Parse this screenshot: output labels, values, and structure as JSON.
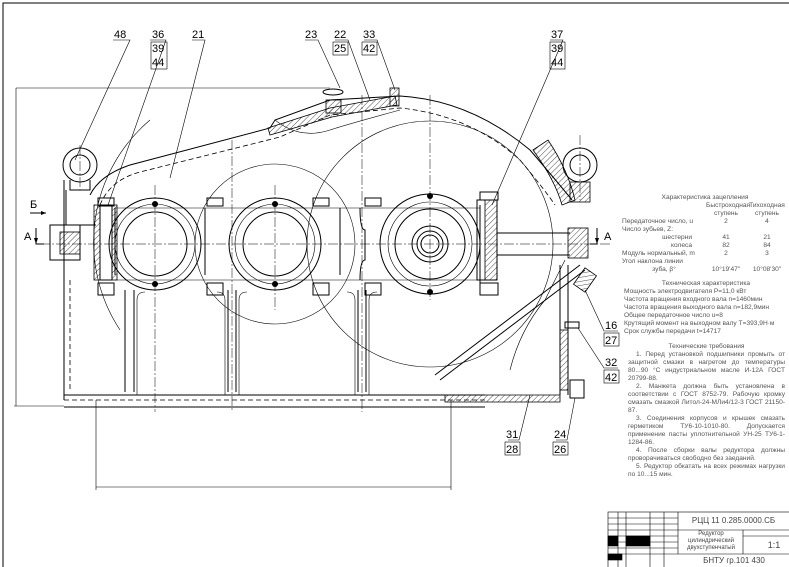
{
  "drawing": {
    "callouts": {
      "c48": "48",
      "c36": "36",
      "c39a": "39",
      "c44a": "44",
      "c21": "21",
      "c23": "23",
      "c22": "22",
      "c25": "25",
      "c33": "33",
      "c42a": "42",
      "c37": "37",
      "c39b": "39",
      "c44b": "44",
      "c16": "16",
      "c27": "27",
      "c32": "32",
      "c42b": "42",
      "c31": "31",
      "c28": "28",
      "c24": "24",
      "c26": "26"
    },
    "section_marks": {
      "a_left": "А",
      "a_right": "А",
      "b_left": "Б"
    }
  },
  "gearing": {
    "title": "Характеристика зацепления",
    "col1": "Быстроходная ступень",
    "col2": "Тихоходная ступень",
    "rows": [
      {
        "label": "Передаточное число, u",
        "v1": "2",
        "v2": "4"
      },
      {
        "label": "Число зубьев, Z:",
        "v1": "",
        "v2": ""
      },
      {
        "label": "шестерни",
        "v1": "41",
        "v2": "21"
      },
      {
        "label": "колеса",
        "v1": "82",
        "v2": "84"
      },
      {
        "label": "Модуль нормальный, m",
        "v1": "2",
        "v2": "3"
      },
      {
        "label": "Угол наклона линии",
        "v1": "",
        "v2": ""
      },
      {
        "label": "зуба, β°",
        "v1": "10°19'47\"",
        "v2": "10°08'30\""
      }
    ]
  },
  "specs": {
    "title": "Техническая характеристика",
    "lines": [
      "Мощность электродвигателя   P=11,0 кВт",
      "Частота вращения входного вала n=1460мин",
      "Частота вращения выходного вала n=182,9мин",
      "Общее передаточное число     u=8",
      "Крутящий момент на выходном валу T=393,9Н·м",
      "Срок службы передачи    t=14717"
    ]
  },
  "requirements": {
    "title": "Технические требования",
    "items": [
      "1. Перед установкой подшипники промыть от защитной смазки в нагретом до температуры 80...90 °С индустриальном масле И-12А ГОСТ 20799-88.",
      "2. Манжета должна быть установлена в соответствии с ГОСТ 8752-79. Рабочую кромку смазать смазкой Литол-24-МЛи4/12-3 ГОСТ 21150-87.",
      "3. Соединения корпусов и крышек смазать герметиком ТУ6-10-1010-80. Допускается применение пасты уплотнительной УН-25 ТУ6-1-1284-86.",
      "4. После сборки валы редуктора должны проворачиваться свободно без заеданий.",
      "5. Редуктор обкатать на всех режимах нагрузки по 10...15 мин."
    ]
  },
  "title_block": {
    "designation": "РЦЦ 11 0.285.0000.СБ",
    "name": "Редуктор цилиндрический двухступенчатый",
    "scale": "1:1",
    "organization": "БНТУ гр.101 430"
  }
}
